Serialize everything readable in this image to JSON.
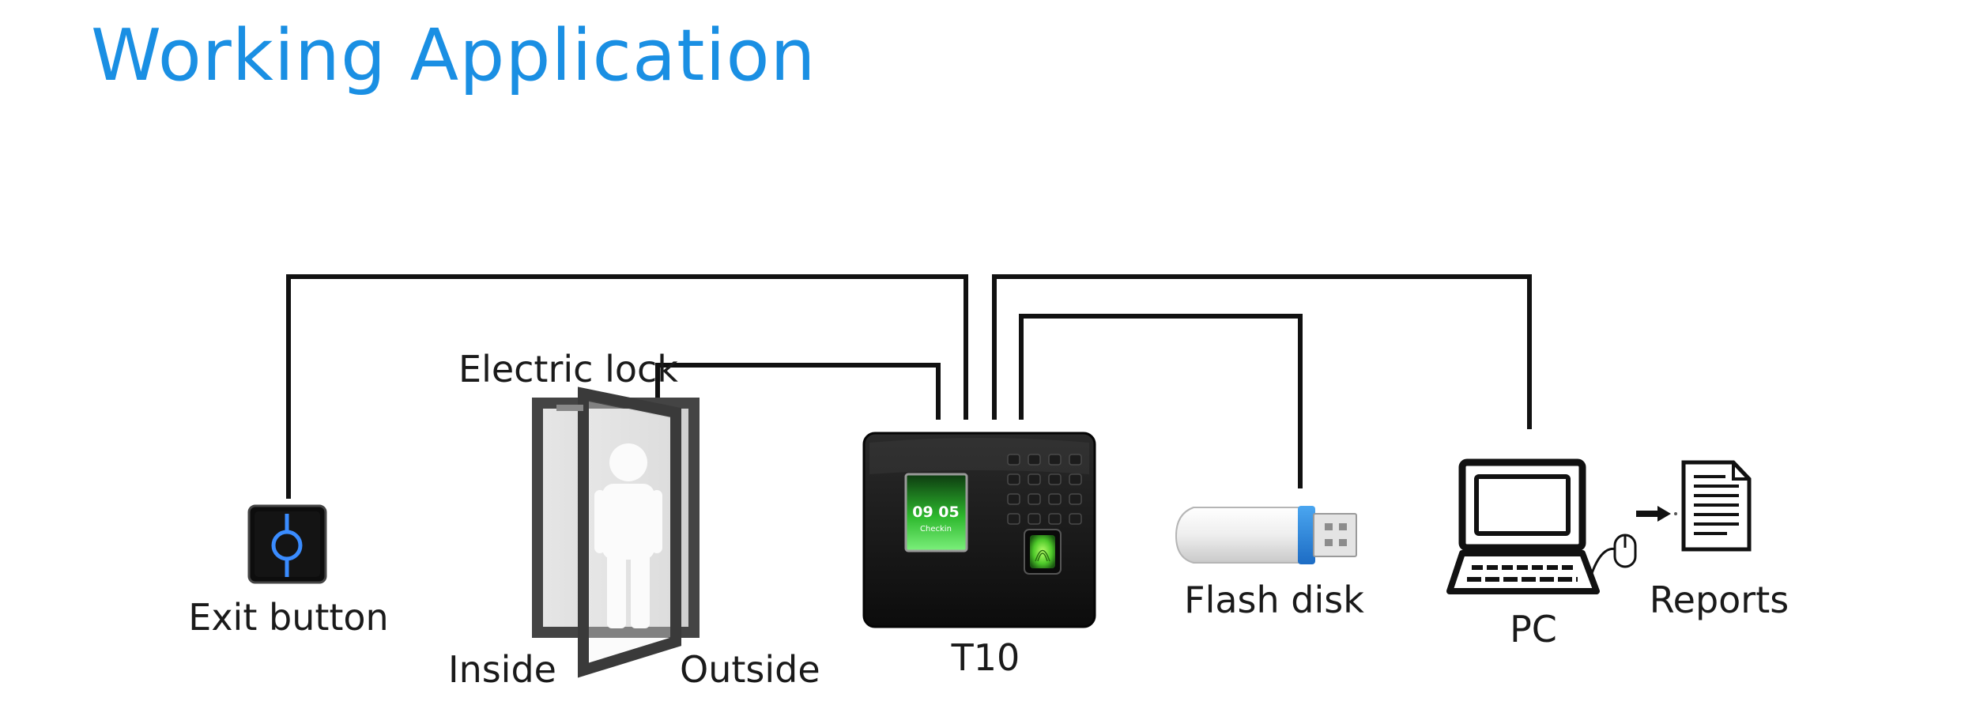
{
  "title": "Working Application",
  "labels": {
    "exit_button": "Exit button",
    "electric_lock": "Electric lock",
    "inside": "Inside",
    "outside": "Outside",
    "device": "T10",
    "flash_disk": "Flash disk",
    "pc": "PC",
    "reports": "Reports"
  },
  "device_screen": {
    "time": "09 05",
    "sub": "Checkin"
  },
  "colors": {
    "title": "#1a8fe3",
    "wire": "#111111",
    "accent_blue": "#2a7fd6"
  }
}
